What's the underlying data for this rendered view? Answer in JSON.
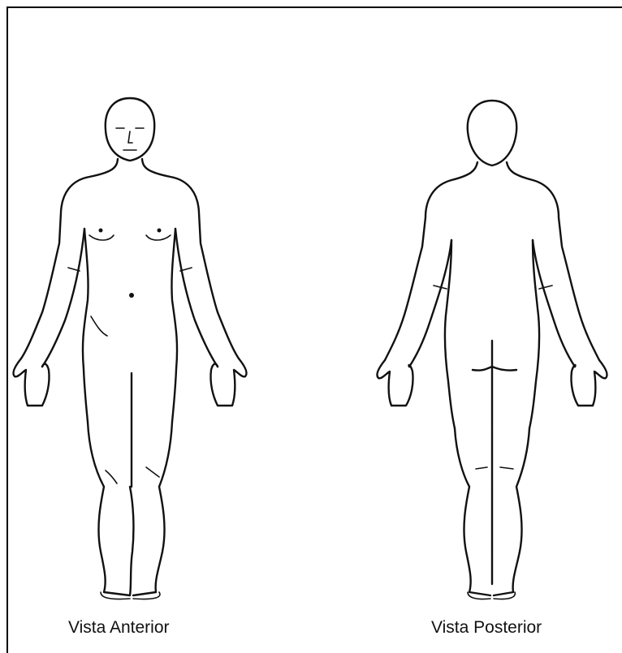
{
  "diagram": {
    "front_caption": "Vista Anterior",
    "back_caption": "Vista Posterior"
  },
  "colors": {
    "line": "#111111",
    "background": "#ffffff",
    "frame": "#000000"
  },
  "icons": [
    "body-front-figure",
    "body-back-figure"
  ]
}
